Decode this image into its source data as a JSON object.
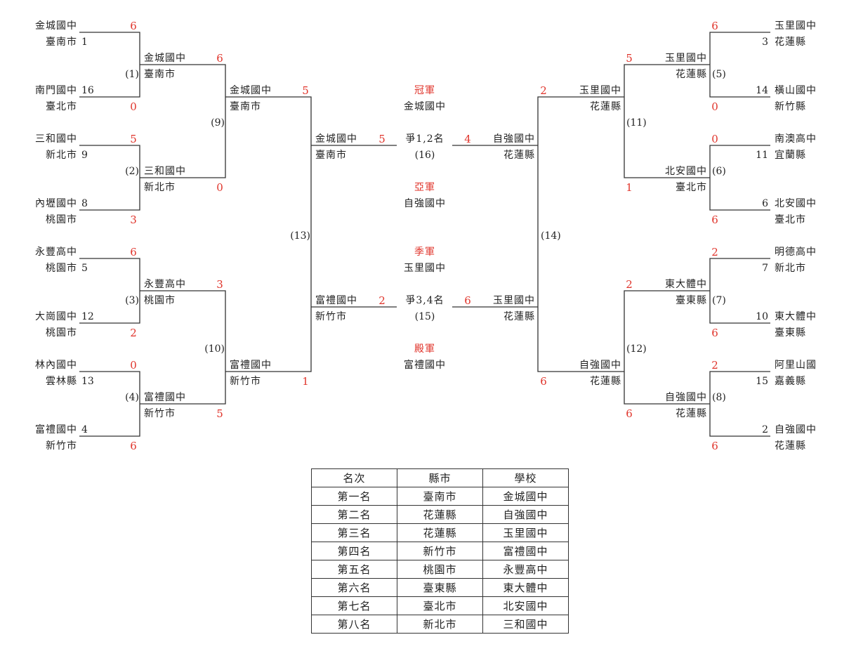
{
  "colors": {
    "line": "#333333",
    "score": "#e0342b",
    "text": "#222222"
  },
  "teams": [
    {
      "key": "L1",
      "school": "金城國中",
      "city": "臺南市",
      "seed": "1",
      "score": "6"
    },
    {
      "key": "L2",
      "school": "南門國中",
      "city": "臺北市",
      "seed": "16",
      "score": "0"
    },
    {
      "key": "L3",
      "school": "三和國中",
      "city": "新北市",
      "seed": "9",
      "score": "5"
    },
    {
      "key": "L4",
      "school": "內壢國中",
      "city": "桃園市",
      "seed": "8",
      "score": "3"
    },
    {
      "key": "L5",
      "school": "永豐高中",
      "city": "桃園市",
      "seed": "5",
      "score": "6"
    },
    {
      "key": "L6",
      "school": "大崗國中",
      "city": "桃園市",
      "seed": "12",
      "score": "2"
    },
    {
      "key": "L7",
      "school": "林內國中",
      "city": "雲林縣",
      "seed": "13",
      "score": "0"
    },
    {
      "key": "L8",
      "school": "富禮國中",
      "city": "新竹市",
      "seed": "4",
      "score": "6"
    },
    {
      "key": "R1",
      "school": "玉里國中",
      "city": "花蓮縣",
      "seed": "3",
      "score": "6"
    },
    {
      "key": "R2",
      "school": "橫山國中",
      "city": "新竹縣",
      "seed": "14",
      "score": "0"
    },
    {
      "key": "R3",
      "school": "南澳高中",
      "city": "宜蘭縣",
      "seed": "11",
      "score": "0"
    },
    {
      "key": "R4",
      "school": "北安國中",
      "city": "臺北市",
      "seed": "6",
      "score": "6"
    },
    {
      "key": "R5",
      "school": "明德高中",
      "city": "新北市",
      "seed": "7",
      "score": "2"
    },
    {
      "key": "R6",
      "school": "東大體中",
      "city": "臺東縣",
      "seed": "10",
      "score": "6"
    },
    {
      "key": "R7",
      "school": "阿里山國",
      "city": "嘉義縣",
      "seed": "15",
      "score": "2"
    },
    {
      "key": "R8",
      "school": "自強國中",
      "city": "花蓮縣",
      "seed": "2",
      "score": "6"
    }
  ],
  "round2": [
    {
      "key": "A1",
      "school": "金城國中",
      "city": "臺南市",
      "score": "6"
    },
    {
      "key": "A2",
      "school": "三和國中",
      "city": "新北市",
      "score": "0"
    },
    {
      "key": "A3",
      "school": "永豐高中",
      "city": "桃園市",
      "score": "3"
    },
    {
      "key": "A4",
      "school": "富禮國中",
      "city": "新竹市",
      "score": "5"
    },
    {
      "key": "B1",
      "school": "玉里國中",
      "city": "花蓮縣",
      "score": "5"
    },
    {
      "key": "B2",
      "school": "北安國中",
      "city": "臺北市",
      "score": "1"
    },
    {
      "key": "B3",
      "school": "東大體中",
      "city": "臺東縣",
      "score": "2"
    },
    {
      "key": "B4",
      "school": "自強國中",
      "city": "花蓮縣",
      "score": "6"
    }
  ],
  "round3": [
    {
      "key": "C1",
      "school": "金城國中",
      "city": "臺南市",
      "score": "5"
    },
    {
      "key": "C2",
      "school": "富禮國中",
      "city": "新竹市",
      "score": "1"
    },
    {
      "key": "D1",
      "school": "玉里國中",
      "city": "花蓮縣",
      "score": "2"
    },
    {
      "key": "D2",
      "school": "自強國中",
      "city": "花蓮縣",
      "score": "6"
    }
  ],
  "finals": [
    {
      "key": "E1",
      "school": "金城國中",
      "city": "臺南市",
      "score": "5"
    },
    {
      "key": "E2",
      "school": "富禮國中",
      "city": "新竹市",
      "score": "2"
    },
    {
      "key": "F1",
      "school": "自強國中",
      "city": "花蓮縣",
      "score": "4"
    },
    {
      "key": "F2",
      "school": "玉里國中",
      "city": "花蓮縣",
      "score": "6"
    }
  ],
  "game_labels": [
    "(1)",
    "(2)",
    "(3)",
    "(4)",
    "(5)",
    "(6)",
    "(7)",
    "(8)",
    "(9)",
    "(10)",
    "(11)",
    "(12)",
    "(13)",
    "(14)",
    "(15)",
    "(16)"
  ],
  "center": {
    "final_match": "爭1,2名",
    "third_match": "爭3,4名",
    "titles": [
      {
        "title": "冠軍",
        "school": "金城國中"
      },
      {
        "title": "亞軍",
        "school": "自強國中"
      },
      {
        "title": "季軍",
        "school": "玉里國中"
      },
      {
        "title": "殿軍",
        "school": "富禮國中"
      }
    ]
  },
  "ranking": {
    "headers": [
      "名次",
      "縣市",
      "學校"
    ],
    "rows": [
      [
        "第一名",
        "臺南市",
        "金城國中"
      ],
      [
        "第二名",
        "花蓮縣",
        "自強國中"
      ],
      [
        "第三名",
        "花蓮縣",
        "玉里國中"
      ],
      [
        "第四名",
        "新竹市",
        "富禮國中"
      ],
      [
        "第五名",
        "桃園市",
        "永豐高中"
      ],
      [
        "第六名",
        "臺東縣",
        "東大體中"
      ],
      [
        "第七名",
        "臺北市",
        "北安國中"
      ],
      [
        "第八名",
        "新北市",
        "三和國中"
      ]
    ]
  }
}
